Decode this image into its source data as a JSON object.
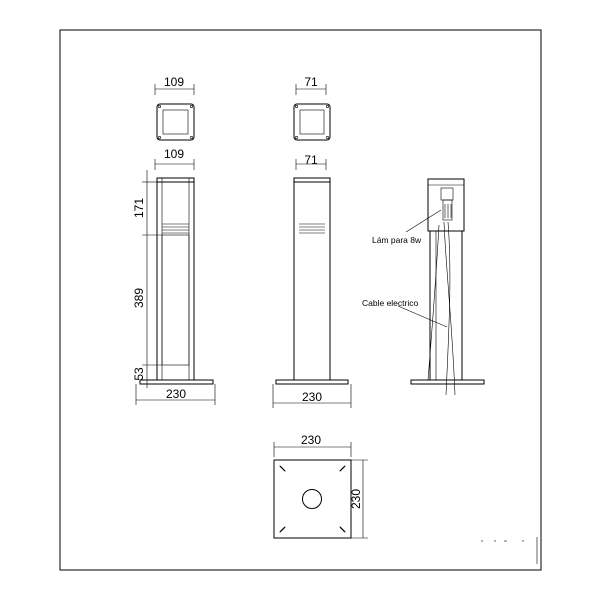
{
  "dimensions": {
    "top_width_a": "109",
    "body_width_a": "109",
    "top_width_b": "71",
    "body_width_b": "71",
    "height_upper": "171",
    "height_middle": "389",
    "height_lower": "53",
    "base_width_front": "230",
    "base_width_side": "230",
    "plate_width": "230",
    "plate_height": "230"
  },
  "labels": {
    "lamp": "Lám para 8w",
    "cable": "Cable electrico"
  }
}
